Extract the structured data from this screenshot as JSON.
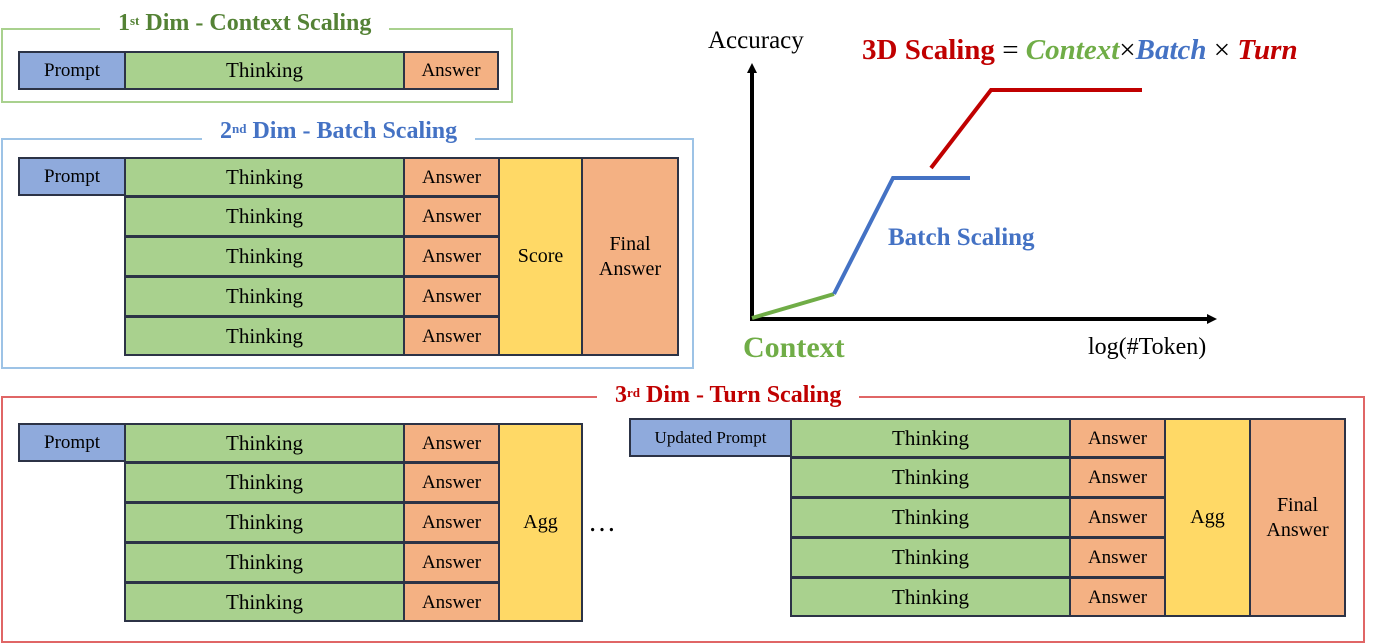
{
  "panel1": {
    "title_ord": "1",
    "title_sup": "st",
    "title_rest": " Dim - Context Scaling",
    "color": "#548235",
    "border_color": "#a9d18e",
    "prompt_label": "Prompt",
    "thinking_label": "Thinking",
    "answer_label": "Answer"
  },
  "panel2": {
    "title_ord": "2",
    "title_sup": "nd",
    "title_rest": " Dim - Batch Scaling",
    "color": "#4472c4",
    "border_color": "#9dc3e6",
    "prompt_label": "Prompt",
    "rows": [
      {
        "thinking": "Thinking",
        "answer": "Answer"
      },
      {
        "thinking": "Thinking",
        "answer": "Answer"
      },
      {
        "thinking": "Thinking",
        "answer": "Answer"
      },
      {
        "thinking": "Thinking",
        "answer": "Answer"
      },
      {
        "thinking": "Thinking",
        "answer": "Answer"
      }
    ],
    "score_label": "Score",
    "final_label": "Final Answer"
  },
  "panel3": {
    "title_ord": "3",
    "title_sup": "rd",
    "title_rest": " Dim - Turn Scaling",
    "color": "#c00000",
    "border_color": "#e06666",
    "left": {
      "prompt_label": "Prompt",
      "rows": [
        {
          "thinking": "Thinking",
          "answer": "Answer"
        },
        {
          "thinking": "Thinking",
          "answer": "Answer"
        },
        {
          "thinking": "Thinking",
          "answer": "Answer"
        },
        {
          "thinking": "Thinking",
          "answer": "Answer"
        },
        {
          "thinking": "Thinking",
          "answer": "Answer"
        }
      ],
      "agg_label": "Agg"
    },
    "ellipsis": "…",
    "right": {
      "prompt_label": "Updated Prompt",
      "rows": [
        {
          "thinking": "Thinking",
          "answer": "Answer"
        },
        {
          "thinking": "Thinking",
          "answer": "Answer"
        },
        {
          "thinking": "Thinking",
          "answer": "Answer"
        },
        {
          "thinking": "Thinking",
          "answer": "Answer"
        },
        {
          "thinking": "Thinking",
          "answer": "Answer"
        }
      ],
      "agg_label": "Agg",
      "final_label": "Final Answer"
    }
  },
  "plot": {
    "y_label": "Accuracy",
    "x_label": "log(#Token)",
    "formula": {
      "lead": "3D Scaling",
      "eq": " = ",
      "context": "Context",
      "times1": "×",
      "batch": "Batch",
      "times2": " × ",
      "turn": "Turn"
    },
    "batch_label": "Batch Scaling",
    "context_label": "Context",
    "colors": {
      "context": "#70ad47",
      "batch": "#4472c4",
      "turn": "#c00000",
      "axis": "#000000"
    }
  }
}
